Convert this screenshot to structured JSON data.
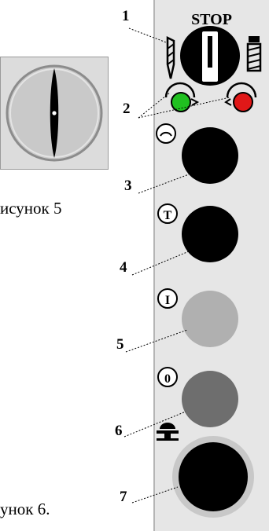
{
  "figure5": {
    "caption": "исунок 5",
    "dial": {
      "plate_color": "#dcdcdc",
      "dial_color": "#c8c8c8",
      "pointer_color": "#000000"
    }
  },
  "figure6": {
    "caption": "унок 6.",
    "panel": {
      "stop_label": "STOP",
      "callouts": [
        "1",
        "2",
        "3",
        "4",
        "5",
        "6",
        "7"
      ],
      "indicator_left_color": "#20c020",
      "indicator_right_color": "#e01818",
      "button_symbols": {
        "button3": "",
        "button4": "T",
        "button5": "I",
        "button6": "0"
      },
      "button_colors": {
        "button3": "#000000",
        "button4": "#000000",
        "button5": "#b0b0b0",
        "button6": "#6e6e6e",
        "button7": "#000000"
      }
    }
  }
}
